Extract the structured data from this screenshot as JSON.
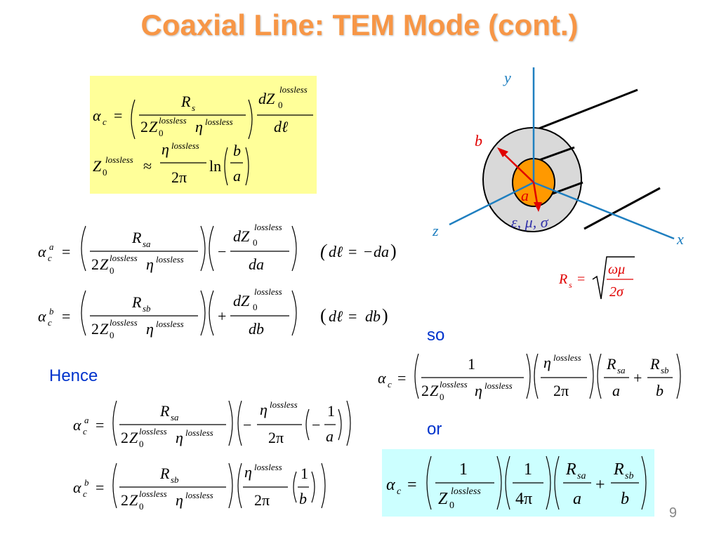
{
  "slide": {
    "title": "Coaxial Line: TEM Mode (cont.)",
    "page_number": "9",
    "colors": {
      "title": "#F79646",
      "label_blue": "#0033CC",
      "yellow_box": "#FFFF99",
      "cyan_box": "#CCFFFF",
      "axis_blue": "#1F7FC0",
      "red": "#E00000",
      "inner_conductor": "#FF9900",
      "dielectric": "#D9D9D9"
    }
  },
  "labels": {
    "hence": "Hence",
    "so": "so",
    "or": "or"
  },
  "diagram": {
    "axis_y": "y",
    "axis_x": "x",
    "axis_z": "z",
    "radius_b": "b",
    "radius_a": "a",
    "material": "ε, μ, σ",
    "rs_lhs": "R",
    "rs_sub": "s",
    "rs_num": "ωμ",
    "rs_den": "2σ"
  },
  "equations": {
    "alpha": "α",
    "c": "c",
    "Z": "Z",
    "zero": "0",
    "lossless": "lossless",
    "eta": "η",
    "two_pi": "2π",
    "four_pi": "4π",
    "ln": "ln",
    "d_ell": "dℓ",
    "da_rel": "(dℓ = −da)",
    "db_rel": "(dℓ = db)",
    "one": "1",
    "Rs": "R",
    "sub_s": "s",
    "sub_sa": "sa",
    "sub_sb": "sb",
    "sup_a": "a",
    "sup_b": "b",
    "var_a": "a",
    "var_b": "b",
    "dZ": "dZ",
    "da": "da",
    "db": "db",
    "two": "2",
    "approx": "≈",
    "eq": "=",
    "plus": "+",
    "minus": "−"
  }
}
